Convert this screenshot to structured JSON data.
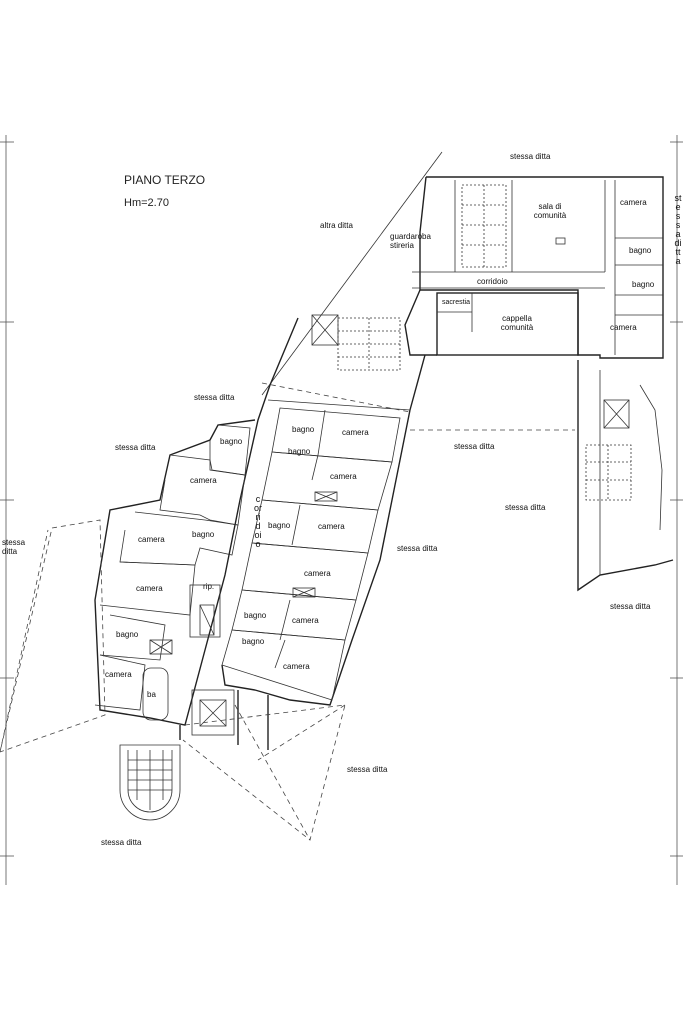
{
  "title": "PIANO TERZO",
  "height_note": "Hm=2.70",
  "neighbors": {
    "top": "stessa ditta",
    "top_left": "altra ditta",
    "right_vertical": "stessa ditta",
    "corridor_left": "stessa ditta",
    "left_wing": "stessa ditta",
    "mid_right": "stessa ditta",
    "right_area": "stessa ditta",
    "right_lower": "stessa ditta",
    "left_edge": "stessa ditta",
    "far_right": "stessa ditta",
    "bottom_right": "stessa ditta",
    "bottom_left": "stessa ditta"
  },
  "rooms": {
    "guardaroba": "guardaroba stireria",
    "sala": "sala di comunità",
    "camera_tr": "camera",
    "bagno_tr1": "bagno",
    "bagno_tr2": "bagno",
    "camera_tr2": "camera",
    "corridoio_top": "corridoio",
    "sacrestia": "sacrestia",
    "cappella": "cappella comunità",
    "corridoio_vertical": "corridoio",
    "bagno_l1": "bagno",
    "camera_l1": "camera",
    "camera_l2": "camera",
    "bagno_l2": "bagno",
    "camera_l3": "camera",
    "rip": "rip.",
    "bagno_l3": "bagno",
    "camera_l4": "camera",
    "ba": "ba",
    "bagno_r1": "bagno",
    "camera_r1": "camera",
    "bagno_r2": "bagno",
    "camera_r2": "camera",
    "bagno_r3": "bagno",
    "camera_r3": "camera",
    "camera_r4": "camera",
    "bagno_r5": "bagno",
    "camera_r5": "camera",
    "bagno_r6": "bagno",
    "camera_r6": "camera"
  }
}
